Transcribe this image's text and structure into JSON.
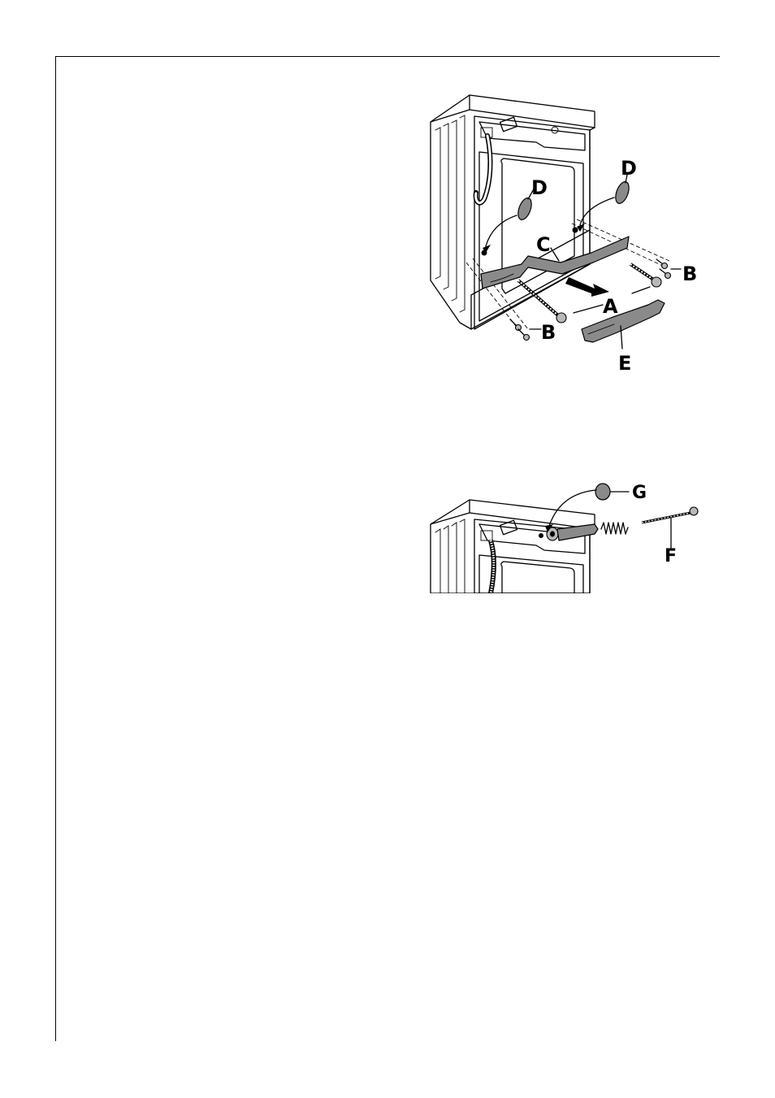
{
  "figure_1": {
    "callouts": {
      "A": "A",
      "B_right": "B",
      "B_bottom": "B",
      "C": "C",
      "D_left": "D",
      "D_right": "D",
      "E": "E"
    }
  },
  "figure_2": {
    "callouts": {
      "F": "F",
      "G": "G"
    }
  }
}
